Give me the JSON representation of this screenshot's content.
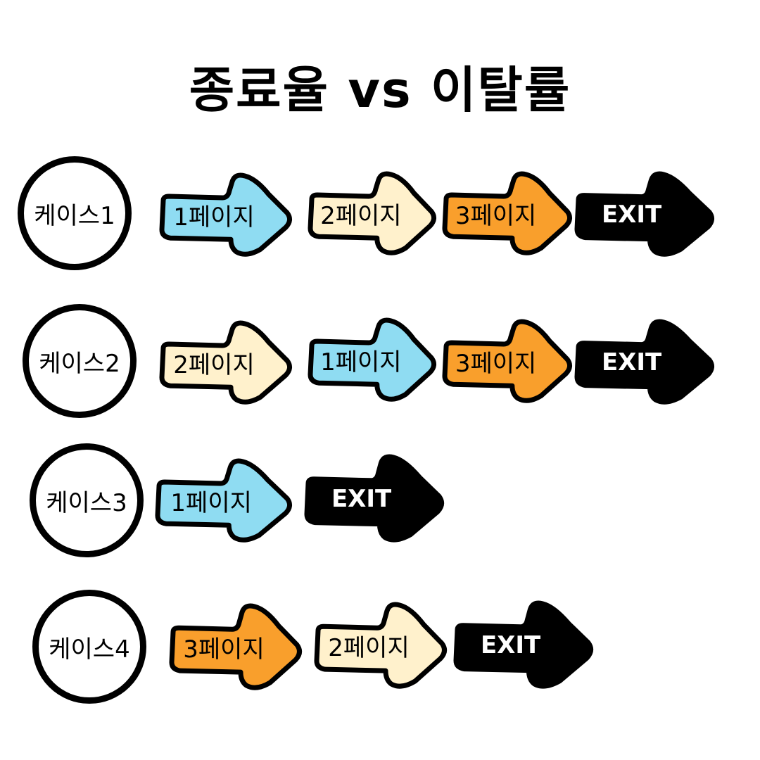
{
  "title": "종료율 vs 이탈률",
  "colors": {
    "page1": "#8fdcf2",
    "page2": "#fff1cc",
    "page3": "#f99f2c",
    "exit": "#000000",
    "outline": "#000000"
  },
  "cases": [
    {
      "label": "케이스1",
      "steps": [
        {
          "label": "1페이지",
          "kind": "page1"
        },
        {
          "label": "2페이지",
          "kind": "page2"
        },
        {
          "label": "3페이지",
          "kind": "page3"
        },
        {
          "label": "EXIT",
          "kind": "exit"
        }
      ]
    },
    {
      "label": "케이스2",
      "steps": [
        {
          "label": "2페이지",
          "kind": "page2"
        },
        {
          "label": "1페이지",
          "kind": "page1"
        },
        {
          "label": "3페이지",
          "kind": "page3"
        },
        {
          "label": "EXIT",
          "kind": "exit"
        }
      ]
    },
    {
      "label": "케이스3",
      "steps": [
        {
          "label": "1페이지",
          "kind": "page1"
        },
        {
          "label": "EXIT",
          "kind": "exit"
        }
      ]
    },
    {
      "label": "케이스4",
      "steps": [
        {
          "label": "3페이지",
          "kind": "page3"
        },
        {
          "label": "2페이지",
          "kind": "page2"
        },
        {
          "label": "EXIT",
          "kind": "exit"
        }
      ]
    }
  ]
}
